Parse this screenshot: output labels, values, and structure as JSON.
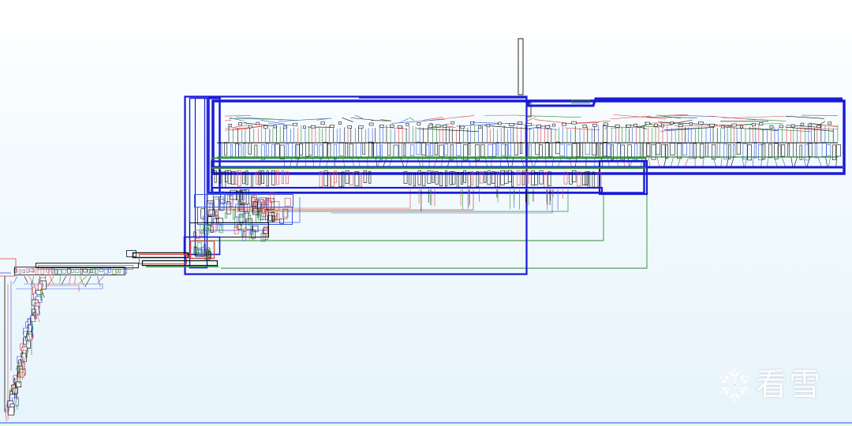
{
  "title": "",
  "palette": {
    "background_top": "#ffffff",
    "background_bottom": "#e7f4fb",
    "frame_blue": "#1a1ad6",
    "edge_red": "#e04040",
    "edge_green": "#2e8b2e",
    "edge_blue": "#3a5ad9",
    "node_black": "#111111",
    "rule_blue": "#7fa8ee"
  },
  "graph": {
    "type": "control-flow-graph",
    "has_text_labels": false,
    "edge_colors": [
      "red",
      "green",
      "blue"
    ]
  },
  "watermark": {
    "icon": "snowflake-icon",
    "text": "看雪"
  }
}
